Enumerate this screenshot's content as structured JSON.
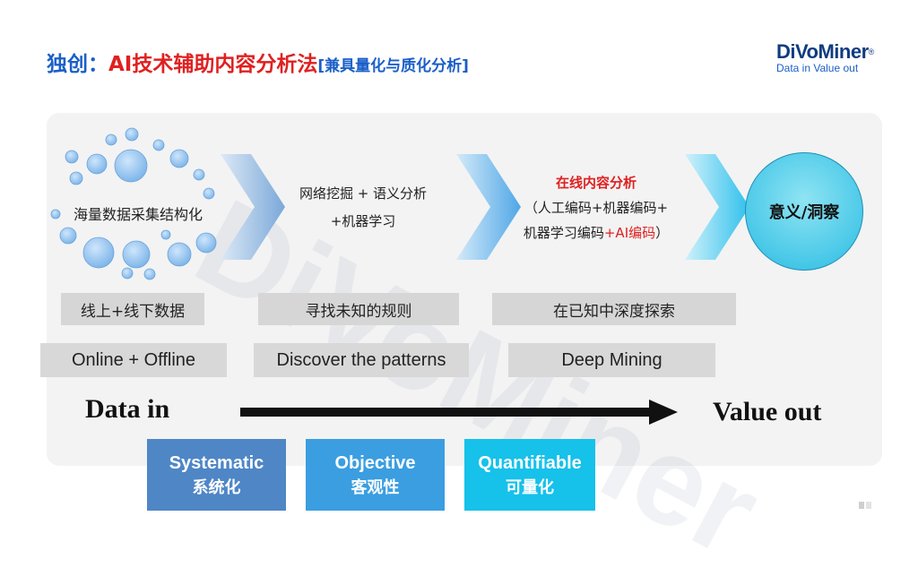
{
  "title": {
    "prefix": "独创：",
    "main": "AI技术辅助内容分析法",
    "bracket": "[兼具量化与质化分析]"
  },
  "logo": {
    "brand": "DiVoMiner",
    "registered": "®",
    "tagline": "Data in  Value out"
  },
  "watermark": "DiVoMiner",
  "collect_label": "海量数据采集结构化",
  "stage2": {
    "line1": "网络挖掘 + 语义分析",
    "line2": "+机器学习"
  },
  "stage3": {
    "title": "在线内容分析",
    "line1": "（人工编码+机器编码+",
    "line2_a": "机器学习编码",
    "line2_b": "+AI编码",
    "line2_c": "）"
  },
  "result": "意义/洞察",
  "labels_zh": [
    "线上+线下数据",
    "寻找未知的规则",
    "在已知中深度探索"
  ],
  "labels_en": [
    "Online + Offline",
    "Discover the patterns",
    "Deep Mining"
  ],
  "flow": {
    "start": "Data in",
    "end": "Value out"
  },
  "properties": [
    {
      "en": "Systematic",
      "zh": "系统化"
    },
    {
      "en": "Objective",
      "zh": "客观性"
    },
    {
      "en": "Quantifiable",
      "zh": "可量化"
    }
  ],
  "colors": {
    "title_blue": "#1a5fc8",
    "title_red": "#e02020",
    "prop1": "#4f86c6",
    "prop2": "#3a9ee0",
    "prop3": "#16c1ea",
    "circle": "#48c8e8"
  }
}
